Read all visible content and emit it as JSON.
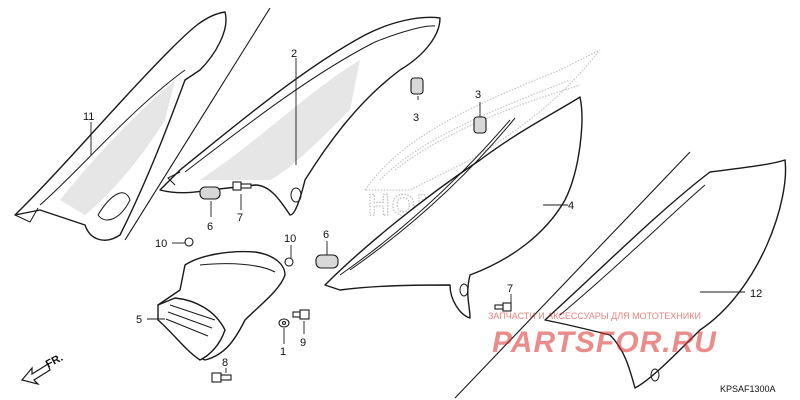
{
  "diagram": {
    "callouts": {
      "c1": "1",
      "c2": "2",
      "c3a": "3",
      "c3b": "3",
      "c4": "4",
      "c5": "5",
      "c6a": "6",
      "c6b": "6",
      "c7a": "7",
      "c7b": "7",
      "c8": "8",
      "c9": "9",
      "c10a": "10",
      "c10b": "10",
      "c11": "11",
      "c12": "12"
    },
    "front_arrow": "FR.",
    "part_code": "KPSAF1300A",
    "logo_text": "HONDA",
    "watermark": {
      "subtitle": "ЗАПЧАСТИ И АКСЕССУАРЫ ДЛЯ МОТОТЕХНИКИ",
      "brand": "PARTSFOR.RU"
    }
  }
}
